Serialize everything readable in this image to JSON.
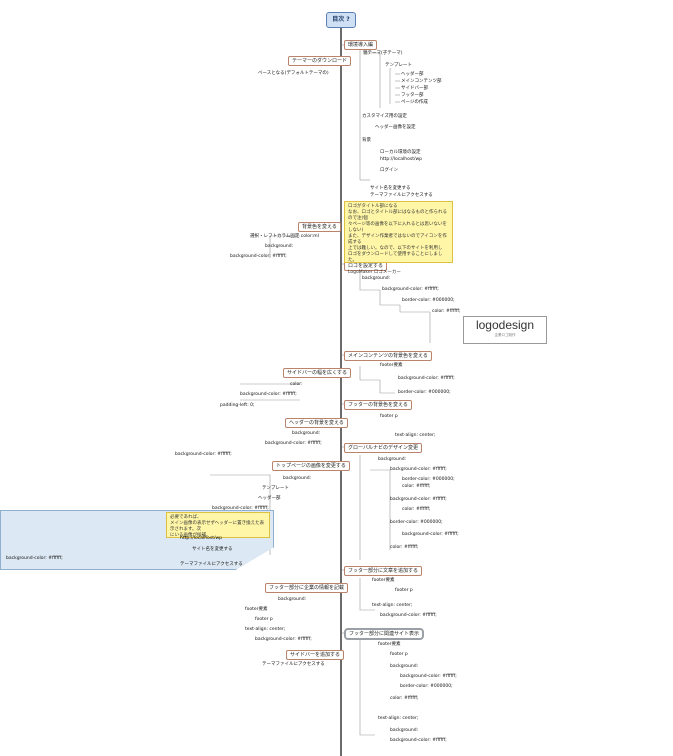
{
  "root": "目次 ?",
  "right_topics": [
    "環境導入編",
    "ロゴを設定する",
    "メインコンテンツの背景色を変える",
    "フッターの背景色を変える",
    "グローバルナビのデザイン変更",
    "フッター部分に文章を追加する",
    "フッター部分に関連サイト表示"
  ],
  "left_topics": [
    "テーマーのダウンロード",
    "背景色を変える",
    "サイドバーの幅を広くする",
    "ヘッダーの背景を変える",
    "トップページの画像を変更する",
    "フッター部分に企業の情報を記載",
    "サイドバーを追加する"
  ],
  "notes": {
    "logo_note": "ロゴがタイトル部になる\nなお、ロゴとタイトル部にはなるものと作られるので注(個\n々ページ等の画像を以下に入れるとは思いないを\nしない)\nまた、デザイン作業者ではないのでアイコンを作成する\n上では難しい。なので、以下のサイトを利用し\nロゴをダウンロードして使用することにしました。\n\nLogoMaker ロゴメーカー",
    "image_note": "必要であれば、\nメイン画像の表示せずヘッダーに置き換えた表示されます。次\nにいる画像が候補。"
  },
  "logo": {
    "title": "logodesign",
    "subtitle": "企業ロゴ制作"
  },
  "labels": {
    "l1": "ベースとなる(デフォルトテーマの)",
    "l2": "選択・レフトカラム固定 color:ml",
    "l3": "background:",
    "l4": "background-color: #ffffff;",
    "l5": "color:",
    "l6": "background-color: #ffffff;",
    "l7": "padding-left: 0;",
    "l8": "background-color: #ffffff;",
    "l9": "background:",
    "l10": "background-color: #ffffff;",
    "r1": "親テーマ(子テーマ)",
    "r2": "テンプレート",
    "r3": "ヘッダー部",
    "r4": "メインコンテンツ部",
    "r5": "サイドバー部",
    "r6": "フッター部",
    "r7": "ページの作成",
    "r8": "カスタマイズ用の設定",
    "r9": "ヘッダー画像を設定",
    "r10": "背景",
    "r11": "ローカル環境の設定",
    "r12": "http://localhost/wp",
    "r13": "ログイン",
    "r14": "サイト名を変更する",
    "r15": "テーマファイルにアクセスする",
    "r16": "background:",
    "r17": "background-color: #ffffff;",
    "r18": "border-color: #000000;",
    "r19": "color: #ffffff;",
    "r20": "footer要素",
    "r21": "footer p",
    "r22": "text-align: center;"
  }
}
